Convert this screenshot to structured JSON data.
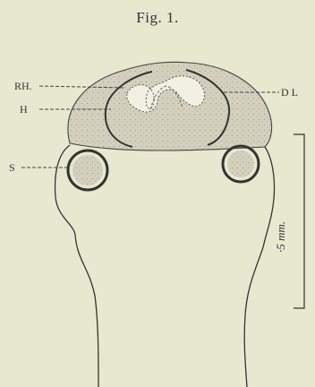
{
  "figure": {
    "title": "Fig. 1.",
    "labels": {
      "rh": "RH.",
      "h": "H",
      "dl": "D L",
      "s": "S",
      "scale": "·5 mm."
    },
    "colors": {
      "background": "#e8e7cf",
      "ink": "#333333",
      "stipple": "#cfcdbb"
    }
  }
}
